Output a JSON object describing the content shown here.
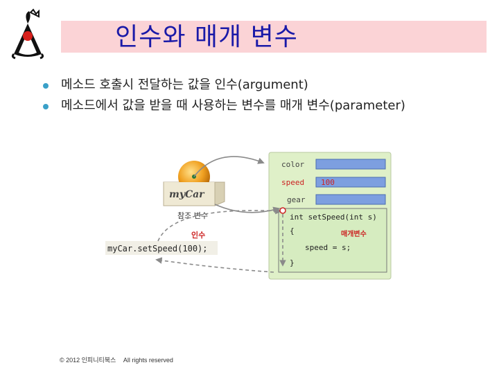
{
  "slide": {
    "title": "인수와 매개 변수",
    "bullets": [
      {
        "text": "메소드 호출시 전달하는 값을 인수(argument)"
      },
      {
        "text": "메소드에서 값을 받을 때 사용하는 변수를 매개 변수(parameter)"
      }
    ]
  },
  "diagram": {
    "box_label": "myCar",
    "ref_caption": "참조 변수",
    "arg_caption": "인수",
    "call_code": "myCar.setSpeed(100);",
    "fields": [
      {
        "name": "color",
        "value": ""
      },
      {
        "name": "speed",
        "value": "100"
      },
      {
        "name": "gear",
        "value": ""
      }
    ],
    "method": {
      "signature": "int setSpeed(int s)",
      "open_brace": "{",
      "param_caption": "매개변수",
      "body": "speed = s;",
      "close_brace": "}"
    }
  },
  "footer": {
    "copyright": "© 2012 인피니티북스",
    "rights": "All rights reserved"
  },
  "colors": {
    "title_bg": "#fbd3d6",
    "title_text": "#1a1aa8",
    "bullet_dot": "#3aa0c8",
    "panel_bg": "#dff0c8",
    "field_bg": "#7d9fe0",
    "caption_red": "#cc2222"
  }
}
